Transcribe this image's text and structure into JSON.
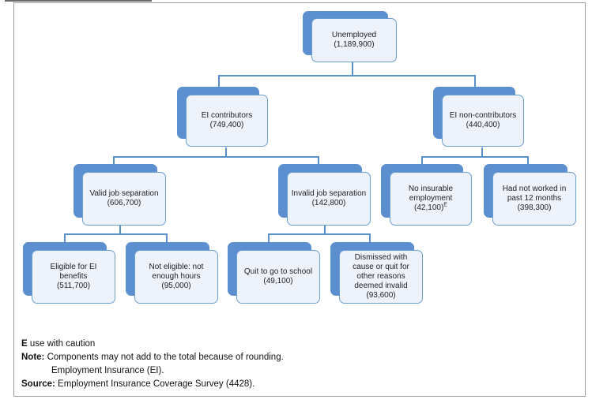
{
  "nodes": {
    "unemployed": {
      "label": "Unemployed",
      "value": "(1,189,900)"
    },
    "ei_contributors": {
      "label": "EI contributors",
      "value": "(749,400)"
    },
    "ei_non_contributors": {
      "label": "EI non-contributors",
      "value": "(440,400)"
    },
    "valid_separation": {
      "label": "Valid job separation",
      "value": "(606,700)"
    },
    "invalid_separation": {
      "label": "Invalid job separation",
      "value": "(142,800)"
    },
    "no_insurable": {
      "label": "No insurable employment",
      "value": "(42,100)",
      "flag": "E"
    },
    "had_not_worked": {
      "label": "Had not worked in past 12 months",
      "value": "(398,300)"
    },
    "eligible": {
      "label": "Eligible for EI benefits",
      "value": "(511,700)"
    },
    "not_eligible": {
      "label": "Not eligible: not enough hours",
      "value": "(95,000)"
    },
    "quit_school": {
      "label": "Quit to go to school",
      "value": "(49,100)"
    },
    "dismissed": {
      "label": "Dismissed with cause or quit for other reasons deemed invalid",
      "value": "(93,600)"
    }
  },
  "notes": {
    "e_flag": "E",
    "e_text": " use with caution",
    "note_label": "Note:",
    "note_text": " Components may not add to the total because of rounding.",
    "note_text2": "Employment Insurance (EI).",
    "source_label": "Source:",
    "source_text": " Employment Insurance Coverage Survey (4428)."
  },
  "colors": {
    "box_fill": "#eef3fb",
    "box_border": "#6a9fd2",
    "shadow": "#5b8fd0",
    "connector": "#5a8fc8"
  }
}
